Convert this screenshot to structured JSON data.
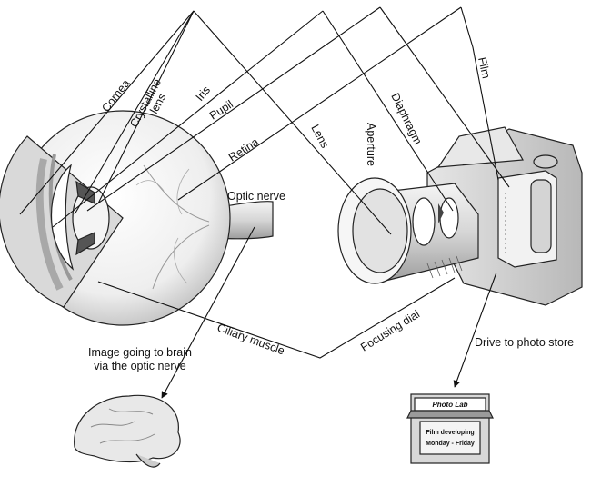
{
  "labels": {
    "cornea": "Cornea",
    "crystalline_1": "Crystalline",
    "crystalline_2": "lens",
    "iris": "Iris",
    "pupil": "Pupil",
    "retina": "Retina",
    "optic_nerve": "Optic nerve",
    "ciliary_muscle": "Ciliary muscle",
    "lens": "Lens",
    "aperture": "Aperture",
    "diaphragm": "Diaphragm",
    "film": "Film",
    "focusing_dial": "Focusing dial",
    "brain_1": "Image going to brain",
    "brain_2": "via the optic nerve",
    "drive": "Drive to photo store"
  },
  "store": {
    "sign": "Photo Lab",
    "window_1": "Film developing",
    "window_2": "Monday - Friday"
  },
  "colors": {
    "ink": "#111111",
    "light_gray": "#e6e6e6",
    "mid_gray": "#bdbdbd",
    "dark_gray": "#8a8a8a"
  }
}
